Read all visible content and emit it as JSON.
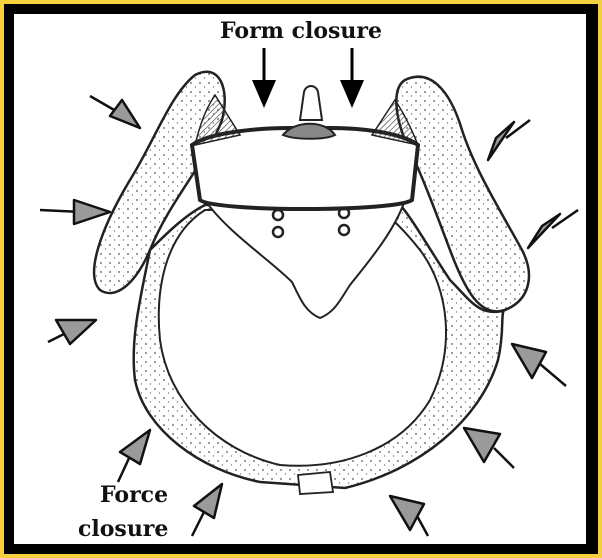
{
  "labels": {
    "form_closure": "Form closure",
    "force_closure_line1": "Force",
    "force_closure_line2": "closure"
  },
  "colors": {
    "border": "#f4d03f",
    "frame": "#000000",
    "panel": "#ffffff",
    "ink": "#222222",
    "arrow_fill": "#9a9a9a"
  }
}
